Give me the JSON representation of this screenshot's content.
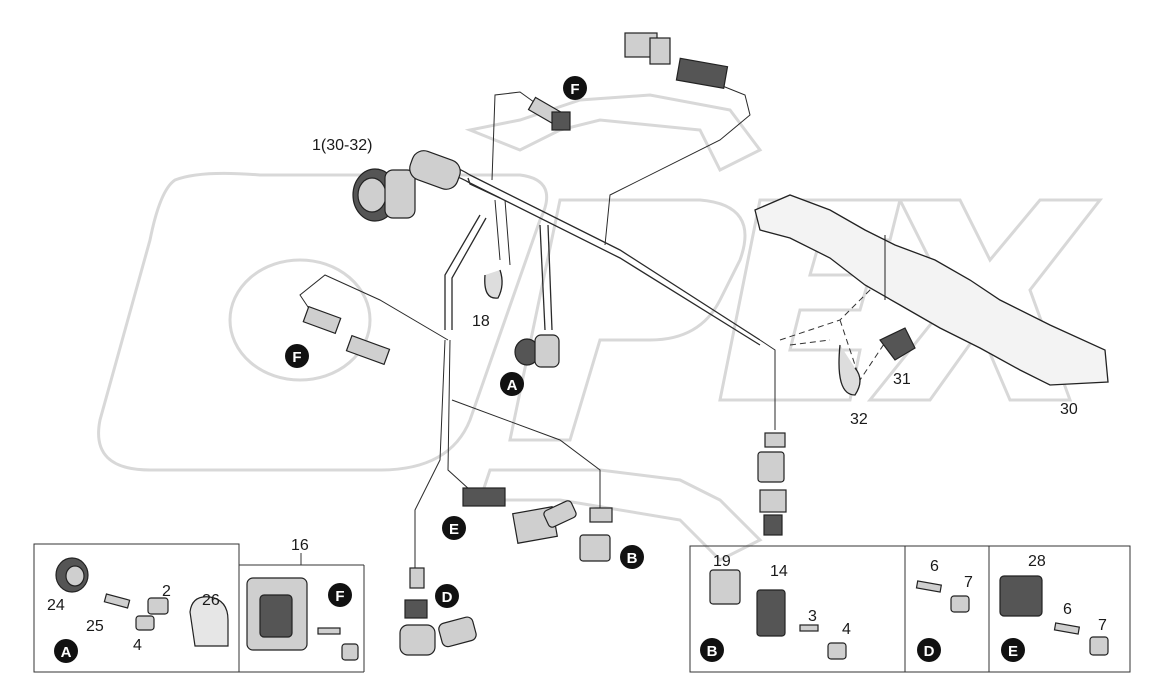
{
  "watermark": {
    "text": "OPEX"
  },
  "main_labels": {
    "l1": "1(30-32)",
    "l18": "18",
    "l30": "30",
    "l31": "31",
    "l32": "32",
    "l16": "16"
  },
  "badges": {
    "F1": "F",
    "F2": "F",
    "A_main": "A",
    "E_main": "E",
    "D_main": "D",
    "B_main": "B",
    "F_inset": "F",
    "A_inset": "A",
    "B_inset": "B",
    "D_inset": "D",
    "E_inset": "E"
  },
  "inset_A": {
    "l24": "24",
    "l25": "25",
    "l2": "2",
    "l4": "4",
    "l26": "26"
  },
  "inset_B": {
    "l19": "19",
    "l14": "14",
    "l3": "3",
    "l4": "4"
  },
  "inset_D": {
    "l6": "6",
    "l7": "7"
  },
  "inset_E": {
    "l28": "28",
    "l6": "6",
    "l7": "7"
  }
}
